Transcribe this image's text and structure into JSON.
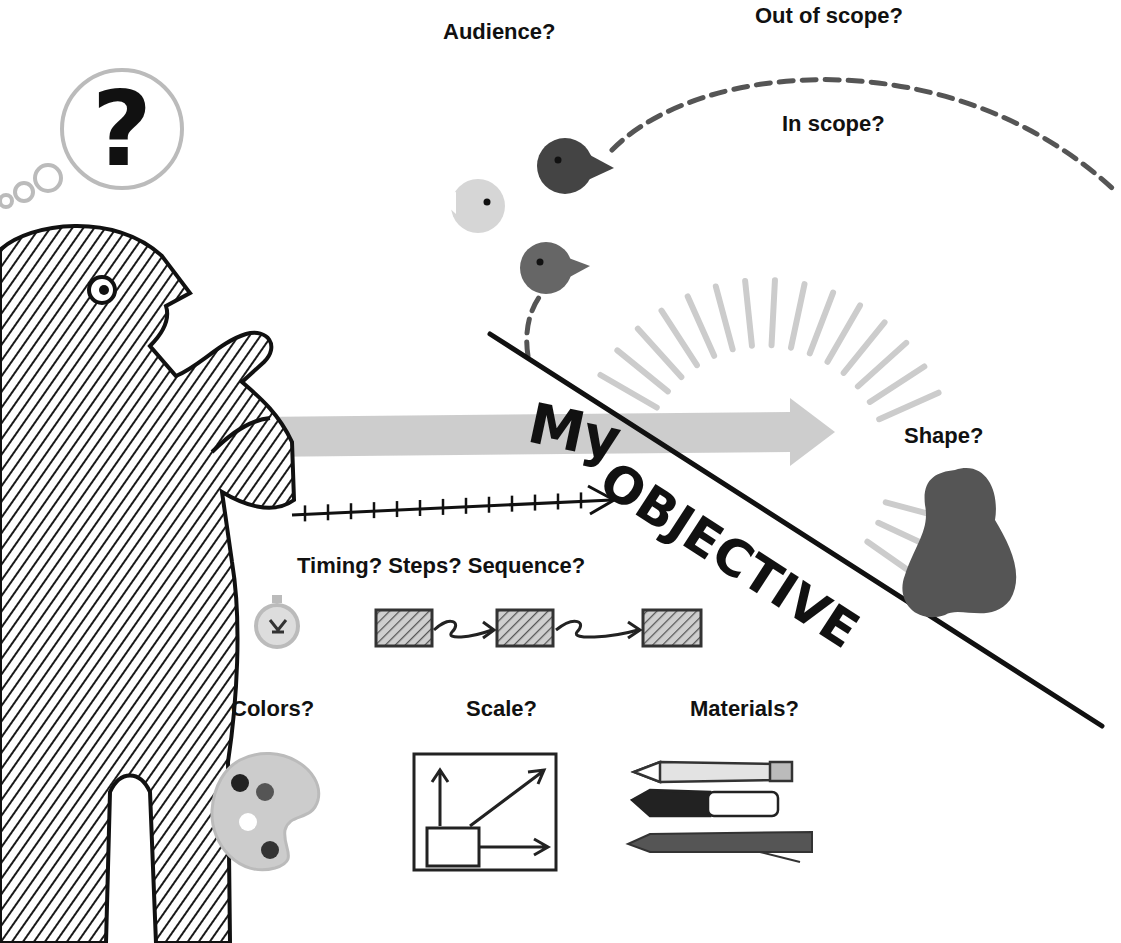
{
  "diagram": {
    "nodes": [
      {
        "text": [
          "?"
        ]
      }
    ],
    "labels": [
      "Audience?",
      "Out of scope?",
      "In scope?",
      "My",
      "OBJECTIVE",
      "Shape?",
      "Timing? Steps? Sequence?",
      "Colors?",
      "Scale?",
      "Materials?"
    ]
  }
}
